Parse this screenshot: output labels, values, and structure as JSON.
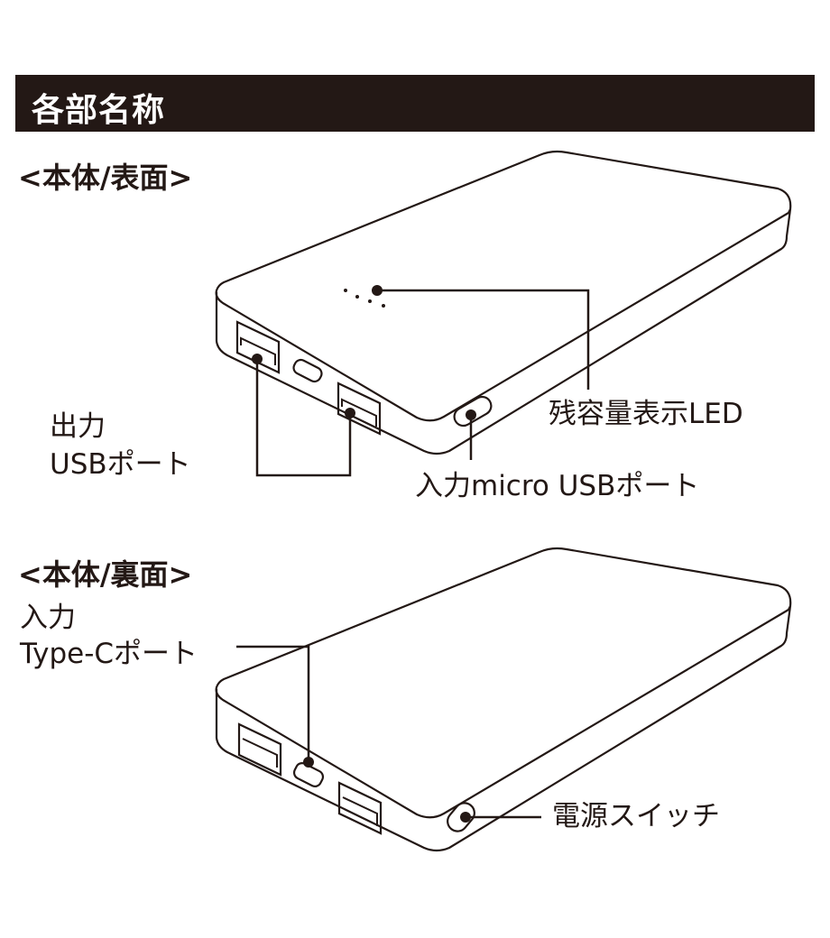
{
  "header": {
    "title": "各部名称"
  },
  "front": {
    "heading": "<本体/表面>",
    "labels": {
      "led": "残容量表示LED",
      "output_line1": "出力",
      "output_line2": "USBポート",
      "micro_input": "入力micro USBポート"
    }
  },
  "back": {
    "heading": "<本体/裏面>",
    "labels": {
      "typec_line1": "入力",
      "typec_line2": "Type-Cポート",
      "power_switch": "電源スイッチ"
    }
  },
  "colors": {
    "ink": "#231815",
    "background": "#ffffff"
  }
}
